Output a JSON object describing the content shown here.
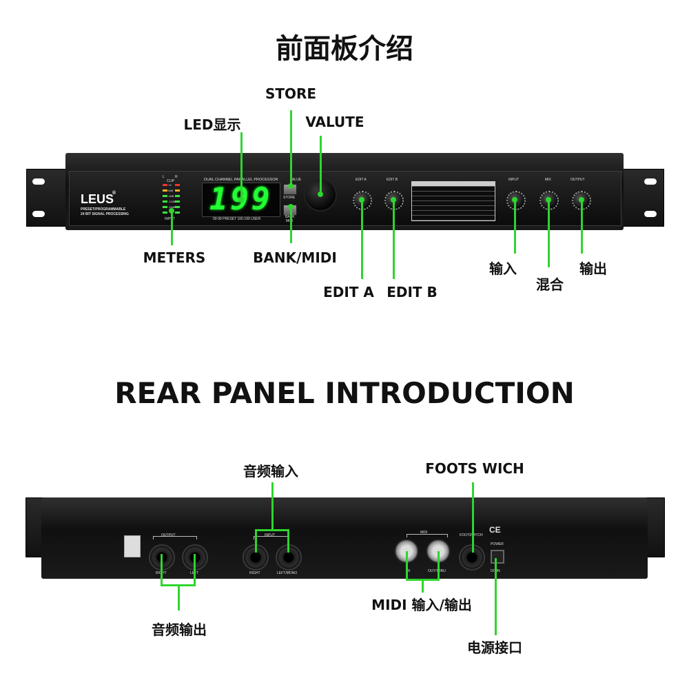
{
  "titles": {
    "front": "前面板介绍",
    "rear": "REAR PANEL INTRODUCTION"
  },
  "front_callouts": {
    "led_display": "LED显示",
    "store": "STORE",
    "valute": "VALUTE",
    "meters": "METERS",
    "bank_midi": "BANK/MIDI",
    "edit_a": "EDIT A",
    "edit_b": "EDIT B",
    "input": "输入",
    "mix": "混合",
    "output": "输出"
  },
  "rear_callouts": {
    "audio_input": "音频输入",
    "footswitch": "FOOTS WICH",
    "audio_output": "音频输出",
    "midi_io": "MIDI 输入/输出",
    "power_port": "电源接口"
  },
  "front_panel": {
    "brand": "LEUS",
    "registered": "®",
    "subtitle_line1": "PRESET/PROGRAMMABLE",
    "subtitle_line2": "24 BIT SIGNAL PROCESSING",
    "display_title": "DUAL CHANNEL PARALLEL PROCESSOR",
    "display_digits": "199",
    "display_caption": "00-99 PRESET 100-199 USER",
    "value_label": "VALUE",
    "store_label": "STORE",
    "bank_label": "BANK",
    "midi_label": "MIDI",
    "meter_l": "L",
    "meter_r": "R",
    "meter_clip": "CLIP",
    "meter_input": "INPUT",
    "meter_levels": [
      "+6",
      "0dB",
      "-6dB",
      "-12dB",
      "-24dB"
    ],
    "knob_labels": {
      "edit_a": "EDIT A",
      "edit_b": "EDIT B",
      "input": "INPUT",
      "mix": "MIX",
      "output": "OUTPUT"
    }
  },
  "rear_panel": {
    "output_label": "OUTPUT",
    "input_label": "INPUT",
    "midi_label": "MIDI",
    "footswitch_label": "FOOTSWITCH",
    "power_label": "POWER",
    "dc_in_label": "DC IN",
    "ce_mark": "CE",
    "jack_right": "RIGHT",
    "jack_left": "LEFT",
    "jack_right_in": "RIGHT",
    "jack_left_mono": "LEFT/MONO",
    "midi_in": "IN",
    "midi_out": "OUT/THRU"
  },
  "colors": {
    "callout_line": "#2fd52f",
    "display_green": "#22ff33",
    "chassis": "#1a1a1a"
  }
}
